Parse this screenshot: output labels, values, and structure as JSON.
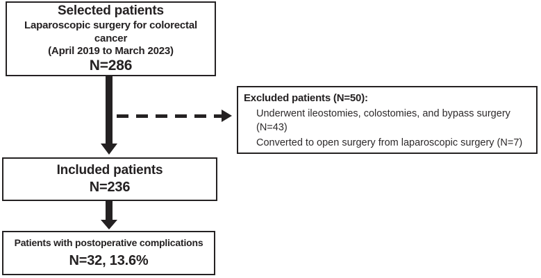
{
  "diagram": {
    "selected_box": {
      "title": "Selected patients",
      "subtitle": "Laparoscopic surgery for colorectal cancer",
      "dates": "(April 2019 to March 2023)",
      "n": "N=286"
    },
    "excluded_box": {
      "title": "Excluded patients (N=50):",
      "items": [
        "Underwent ileostomies, colostomies, and bypass surgery (N=43)",
        "Converted to open surgery from laparoscopic surgery (N=7)"
      ]
    },
    "included_box": {
      "title": "Included patients",
      "n": "N=236"
    },
    "complications_box": {
      "title": "Patients with postoperative complications",
      "n": "N=32, 13.6%"
    },
    "colors": {
      "ink": "#242122",
      "background": "#ffffff"
    }
  }
}
